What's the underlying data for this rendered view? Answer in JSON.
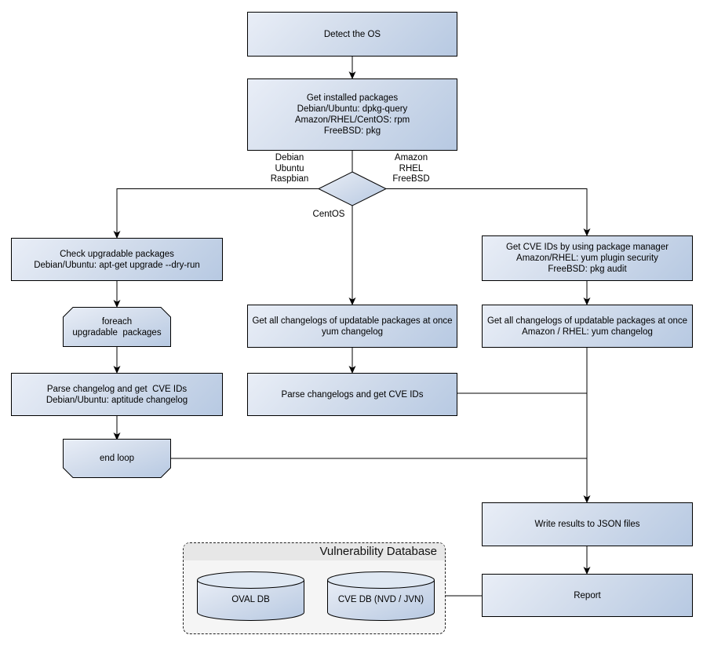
{
  "colors": {
    "node_gradient_start": "#e9eef7",
    "node_gradient_end": "#b7c9e2",
    "node_border": "#000000",
    "connector": "#000000",
    "container_background": "#f5f5f5",
    "container_header_background": "#e7e7e7",
    "container_border": "#222222"
  },
  "nodes": {
    "detect_os": {
      "label": "Detect the OS"
    },
    "get_installed_packages": {
      "label": "Get installed packages\nDebian/Ubuntu: dpkg-query\nAmazon/RHEL/CentOS: rpm\nFreeBSD: pkg"
    },
    "decision_labels": {
      "left": "Debian\nUbuntu\nRaspbian",
      "right": "Amazon\nRHEL\nFreeBSD",
      "down": "CentOS"
    },
    "check_upgradable_packages": {
      "label": "Check upgradable packages\nDebian/Ubuntu: apt-get upgrade --dry-run"
    },
    "foreach_loop_start": {
      "label": "foreach\nupgradable  packages"
    },
    "parse_changelog_debian": {
      "label": "Parse changelog and get  CVE IDs\nDebian/Ubuntu: aptitude changelog"
    },
    "end_loop": {
      "label": "end loop"
    },
    "get_changelogs_centos": {
      "label": "Get all changelogs of updatable packages at once\nyum changelog"
    },
    "parse_changelogs_centos": {
      "label": "Parse changelogs and get CVE IDs"
    },
    "get_cve_ids_package_manager": {
      "label": "Get CVE IDs by using package manager\nAmazon/RHEL: yum plugin security\nFreeBSD: pkg audit"
    },
    "get_changelogs_amazon_rhel": {
      "label": "Get all changelogs of updatable packages at once\nAmazon / RHEL: yum changelog"
    },
    "write_results_json": {
      "label": "Write results to JSON files"
    },
    "report": {
      "label": "Report"
    }
  },
  "vulnerability_database": {
    "title": "Vulnerability Database",
    "databases": [
      "OVAL DB",
      "CVE DB (NVD / JVN)"
    ]
  }
}
